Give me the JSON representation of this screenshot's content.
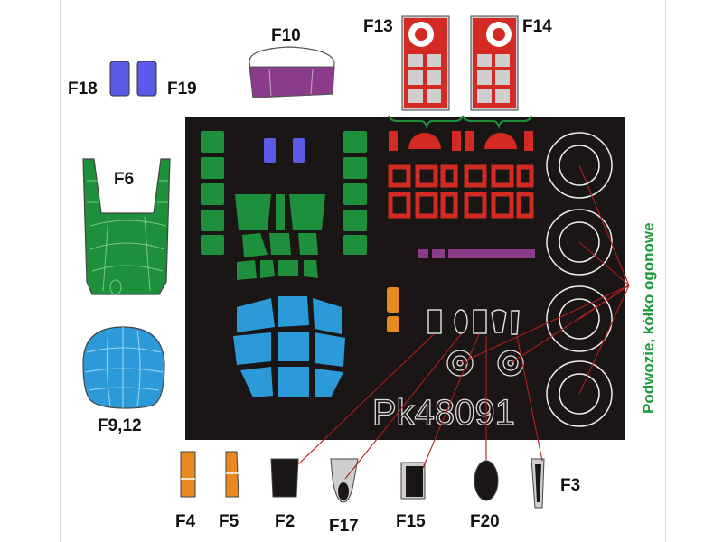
{
  "sheet": {
    "code": "Pk48091",
    "caption": "Podwozie, kółko ogonowe"
  },
  "labels": {
    "f10": "F10",
    "f13": "F13",
    "f14": "F14",
    "f18": "F18",
    "f19": "F19",
    "f6": "F6",
    "f9_12": "F9,12",
    "f4": "F4",
    "f5": "F5",
    "f2": "F2",
    "f17": "F17",
    "f15": "F15",
    "f20": "F20",
    "f3": "F3"
  },
  "colors": {
    "sheet_background": "#1a1615",
    "green": "#1e8f3a",
    "red": "#d42a24",
    "blue": "#2c9ad8",
    "purple": "#8a3c8a",
    "violet": "#5a5ae6",
    "orange": "#e88a20",
    "leader_line": "#b21e1e",
    "caption": "#1e9a3c"
  }
}
